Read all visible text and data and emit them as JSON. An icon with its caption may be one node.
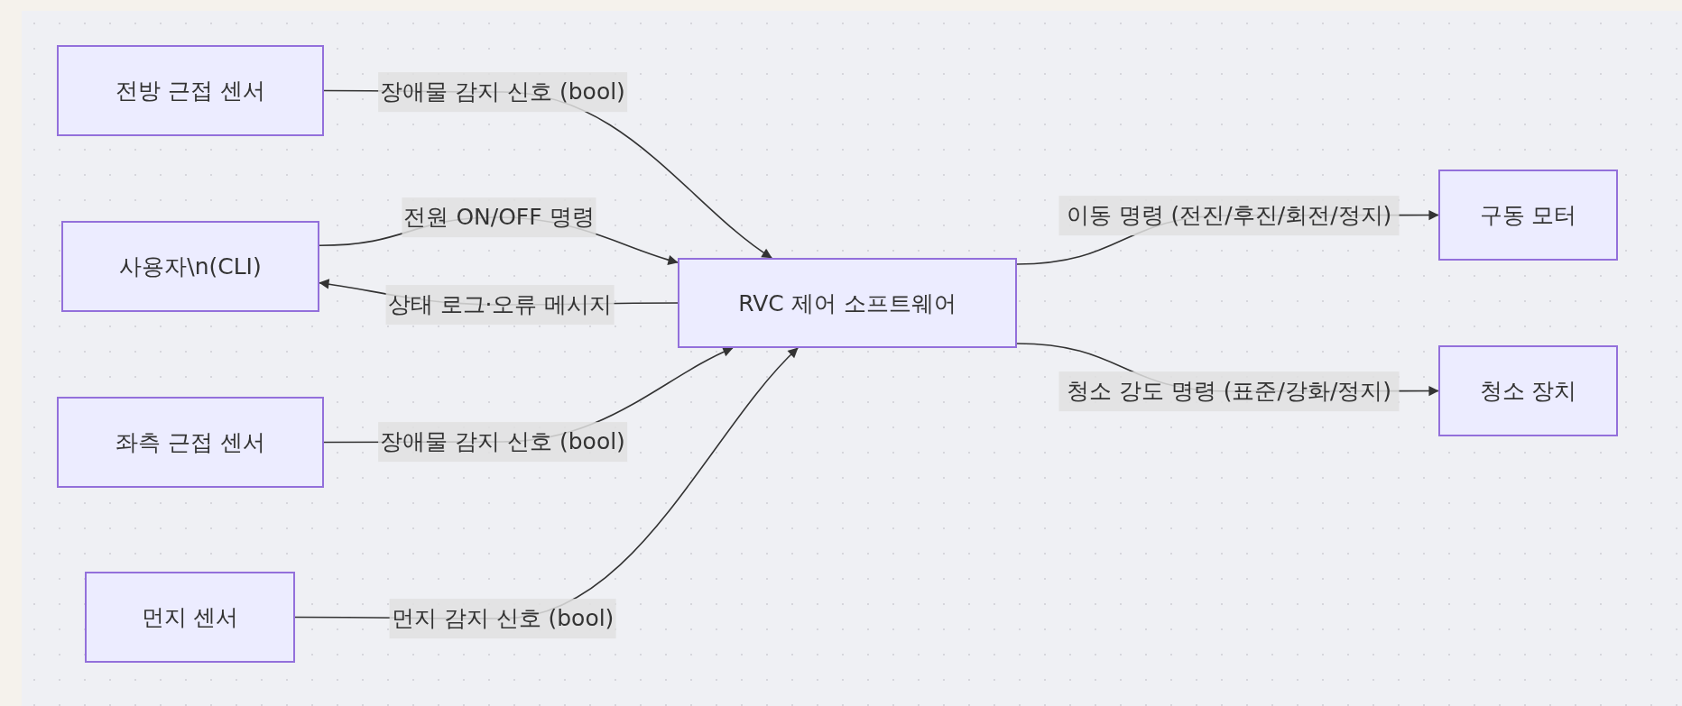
{
  "diagram": {
    "nodes": [
      {
        "text": [
          "전방 근접 센서"
        ]
      },
      {
        "text": [
          "사용자\\n(CLI)"
        ]
      },
      {
        "text": [
          "좌측 근접 센서"
        ]
      },
      {
        "text": [
          "먼지 센서"
        ]
      },
      {
        "text": [
          "RVC 제어 소프트웨어"
        ]
      },
      {
        "text": [
          "구동 모터"
        ]
      },
      {
        "text": [
          "청소 장치"
        ]
      }
    ],
    "edges": [
      {
        "from": 0,
        "to": 4,
        "arrow": "to",
        "label": "장애물 감지 신호 (bool)"
      },
      {
        "from": 1,
        "to": 4,
        "arrow": "to",
        "label": "전원 ON/OFF 명령"
      },
      {
        "from": 4,
        "to": 1,
        "arrow": "to",
        "label": "상태 로그·오류 메시지"
      },
      {
        "from": 2,
        "to": 4,
        "arrow": "to",
        "label": "장애물 감지 신호 (bool)"
      },
      {
        "from": 3,
        "to": 4,
        "arrow": "to",
        "label": "먼지 감지 신호 (bool)"
      },
      {
        "from": 4,
        "to": 5,
        "arrow": "to",
        "label": "이동 명령 (전진/후진/회전/정지)"
      },
      {
        "from": 4,
        "to": 6,
        "arrow": "to",
        "label": "청소 강도 명령 (표준/강화/정지)"
      }
    ]
  }
}
